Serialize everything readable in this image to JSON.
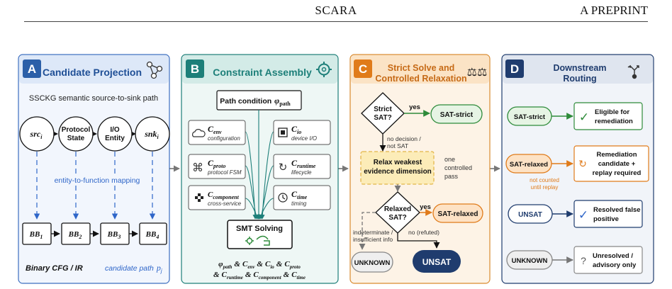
{
  "header": {
    "title": "SCARA",
    "right": "A PREPRINT"
  },
  "colors": {
    "blue": "#2b5fa8",
    "teal": "#1d7f79",
    "orange": "#c66a16",
    "navy": "#1f3c6e",
    "green": "#2e8b3a"
  },
  "panelA": {
    "letter": "A",
    "title": "Candidate Projection",
    "subtitle": "SSCKG semantic source-to-sink path",
    "node1_base": "src",
    "node1_sub": "i",
    "node2_l1": "Protocol",
    "node2_l2": "State",
    "node3_l1": "I/O",
    "node3_l2": "Entity",
    "node4_base": "snk",
    "node4_sub": "i",
    "mapping": "entity-to-function mapping",
    "bb_base": "BB",
    "bb1": "1",
    "bb2": "2",
    "bb3": "3",
    "bb4": "4",
    "footer_left": "Binary CFG  /  IR",
    "footer_right": "candidate path",
    "footer_right_p": "p",
    "footer_right_sub": "j"
  },
  "panelB": {
    "letter": "B",
    "title": "Constraint Assembly",
    "path_cond": "Path condition",
    "phi": "φ",
    "phi_sub": "path",
    "c_base": "C",
    "env_sub": "env",
    "env_desc": "configuration",
    "proto_sub": "proto",
    "proto_desc": "protocol FSM",
    "comp_sub": "component",
    "comp_desc": "cross-service",
    "io_sub": "io",
    "io_desc": "device I/O",
    "runtime_sub": "runtime",
    "runtime_desc": "lifecycle",
    "time_sub": "time",
    "time_desc": "timing",
    "smt": "SMT Solving",
    "amp": "&"
  },
  "panelC": {
    "letter": "C",
    "title_l1": "Strict Solve and",
    "title_l2": "Controlled Relaxation",
    "strict_l1": "Strict",
    "strict_l2": "SAT?",
    "yes": "yes",
    "sat_strict": "SAT-strict",
    "no_dec_l1": "no decision /",
    "no_dec_l2": "not SAT",
    "relax_l1": "Relax weakest",
    "relax_l2": "evidence dimension",
    "one_l1": "one",
    "one_l2": "controlled",
    "one_l3": "pass",
    "relaxed_l1": "Relaxed",
    "relaxed_l2": "SAT?",
    "yes2": "yes",
    "sat_relaxed": "SAT-relaxed",
    "indet_l1": "indeterminate /",
    "indet_l2": "insufficient info",
    "no_refuted": "no (refuted)",
    "unknown": "UNKNOWN",
    "unsat": "UNSAT"
  },
  "panelD": {
    "letter": "D",
    "title_l1": "Downstream",
    "title_l2": "Routing",
    "row1_in": "SAT-strict",
    "row1_l1": "Eligible for",
    "row1_l2": "remediation",
    "row2_in": "SAT-relaxed",
    "row2_l1": "Remediation",
    "row2_l2": "candidate +",
    "row2_l3": "replay required",
    "note_l1": "not counted",
    "note_l2": "until replay",
    "row3_in": "UNSAT",
    "row3_l1": "Resolved false",
    "row3_l2": "positive",
    "row4_in": "UNKNOWN",
    "row4_l1": "Unresolved /",
    "row4_l2": "advisory only",
    "check": "✓",
    "cycle": "↻",
    "q": "?"
  }
}
